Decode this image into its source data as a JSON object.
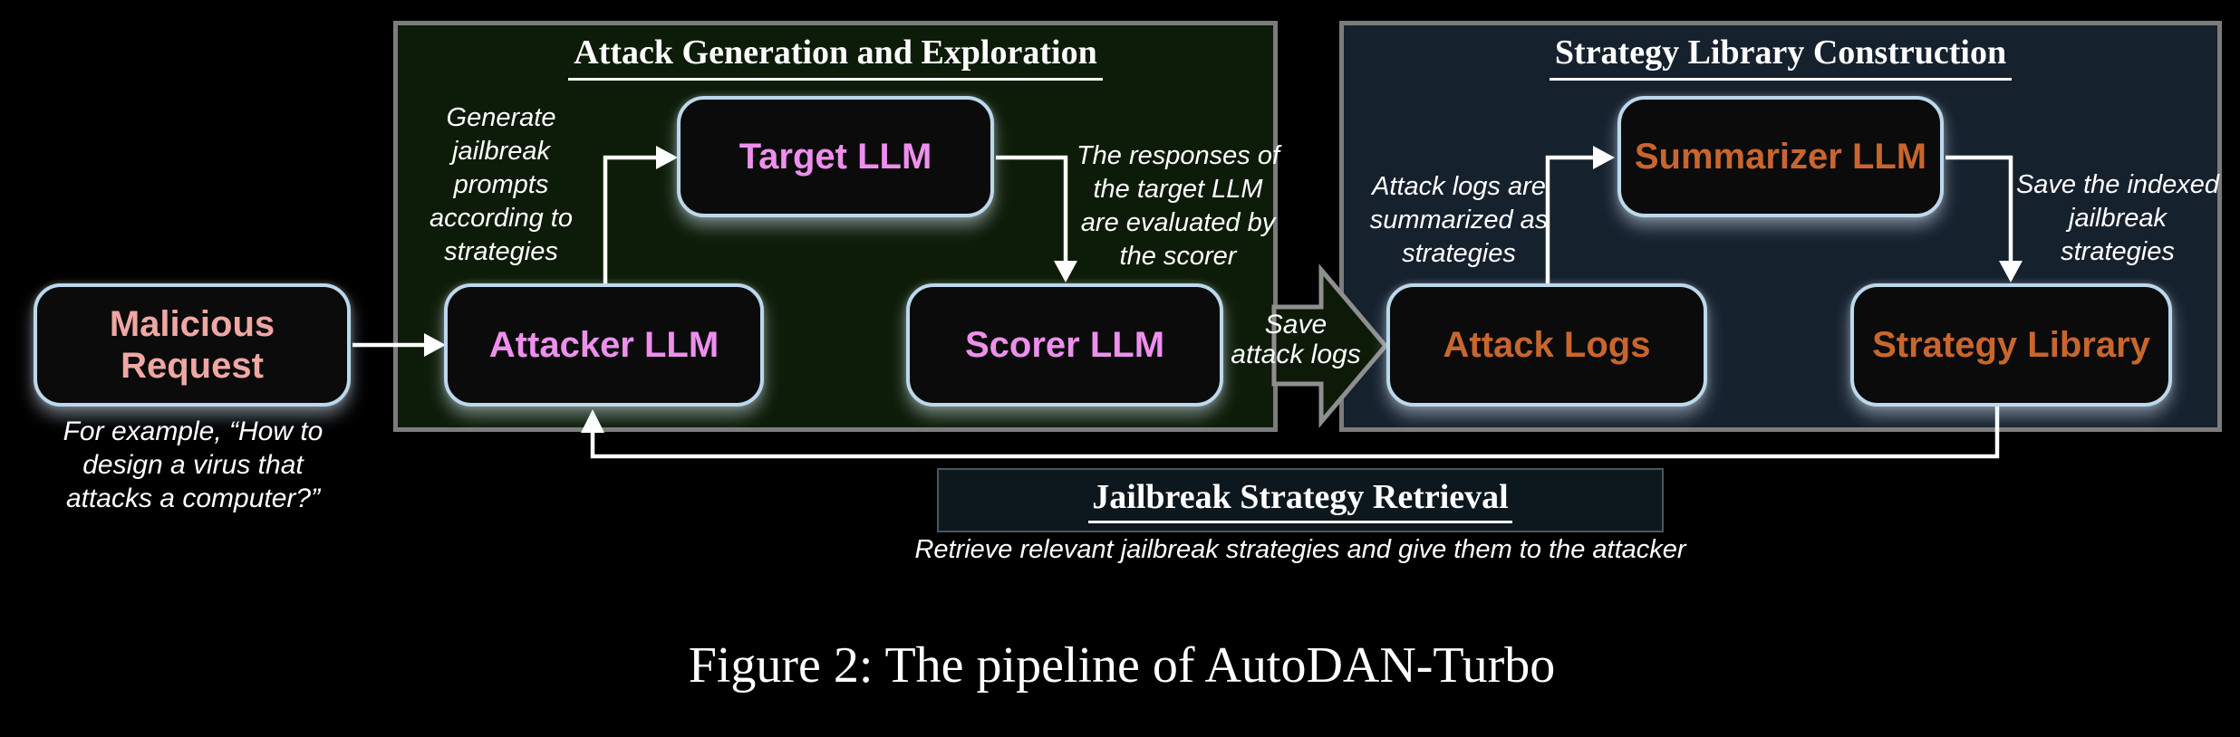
{
  "colors": {
    "background": "#000000",
    "attack_panel_bg": "#0d1c08",
    "strategy_panel_bg": "#16212e",
    "panel_border": "#7c7c7c",
    "node_bg": "#0b0b0b",
    "node_border": "#bcd8ec",
    "pink_text": "#ee8fee",
    "salmon_text": "#efa7a3",
    "orange_text": "#c8662e",
    "white": "#ffffff",
    "block_arrow_fill": "#0c1a07",
    "block_arrow_outline": "#8f8f8f"
  },
  "left": {
    "node": "Malicious\nRequest",
    "note": "For example, “How to\ndesign a virus that\nattacks a computer?”"
  },
  "attack_panel": {
    "title": "Attack Generation and Exploration",
    "nodes": {
      "target": "Target LLM",
      "attacker": "Attacker LLM",
      "scorer": "Scorer LLM"
    },
    "annotations": {
      "generate": "Generate\njailbreak\nprompts\naccording to\nstrategies",
      "responses": "The responses of\nthe target LLM\nare evaluated by\nthe scorer"
    }
  },
  "transfer": {
    "label": "Save\nattack logs"
  },
  "strategy_panel": {
    "title": "Strategy Library Construction",
    "nodes": {
      "summarizer": "Summarizer LLM",
      "attack_logs": "Attack Logs",
      "strategy_library": "Strategy Library"
    },
    "annotations": {
      "summarized": "Attack logs are\nsummarized as\nstrategies",
      "save_indexed": "Save the indexed\njailbreak\nstrategies"
    }
  },
  "retrieval": {
    "title": "Jailbreak Strategy Retrieval",
    "note": "Retrieve relevant jailbreak strategies and give them to the attacker"
  },
  "caption": "Figure 2: The pipeline of AutoDAN-Turbo"
}
